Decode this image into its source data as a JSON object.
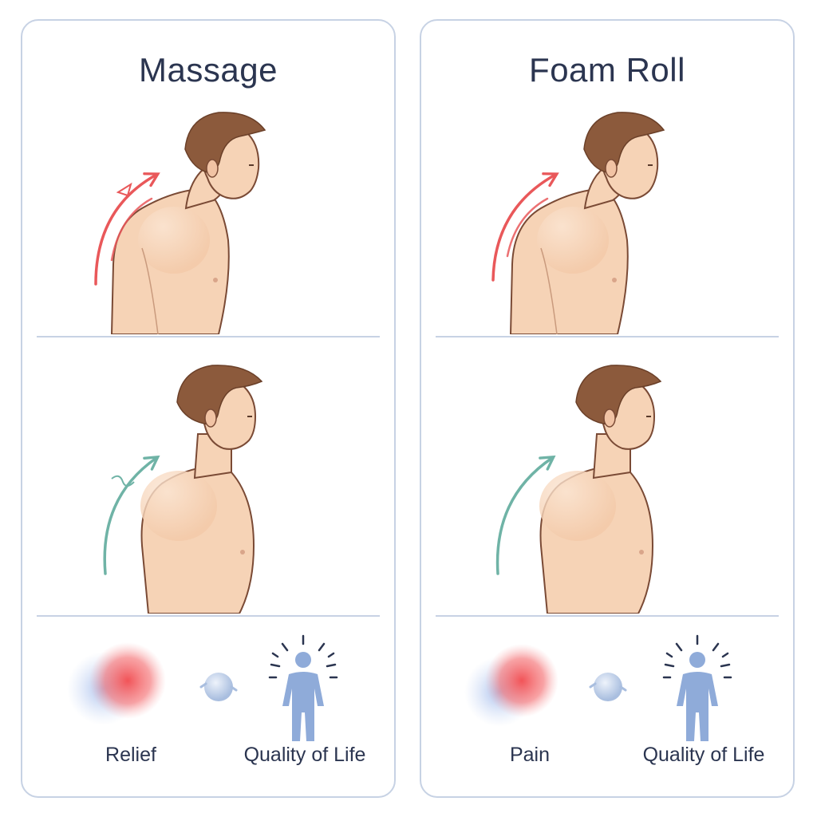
{
  "panels": [
    {
      "title": "Massage",
      "arrow_top_color": "#e9585a",
      "arrow_mid_color": "#6fb3a6",
      "outcome_labels": [
        "Relief",
        "Quality of Life"
      ]
    },
    {
      "title": "Foam Roll",
      "arrow_top_color": "#e9585a",
      "arrow_mid_color": "#6fb3a6",
      "outcome_labels": [
        "Pain",
        "Quality of Life"
      ]
    }
  ],
  "icons": {
    "blob": "pain-relief-blob-icon",
    "link": "connector-icon",
    "person": "person-radiating-icon"
  },
  "colors": {
    "border": "#c7d2e4",
    "skin": "#f6d3b6",
    "hair": "#8c5a3c",
    "outline": "#7a4a35",
    "person_blue": "#8fabd9",
    "red": "#e9585a",
    "teal": "#6fb3a6"
  }
}
